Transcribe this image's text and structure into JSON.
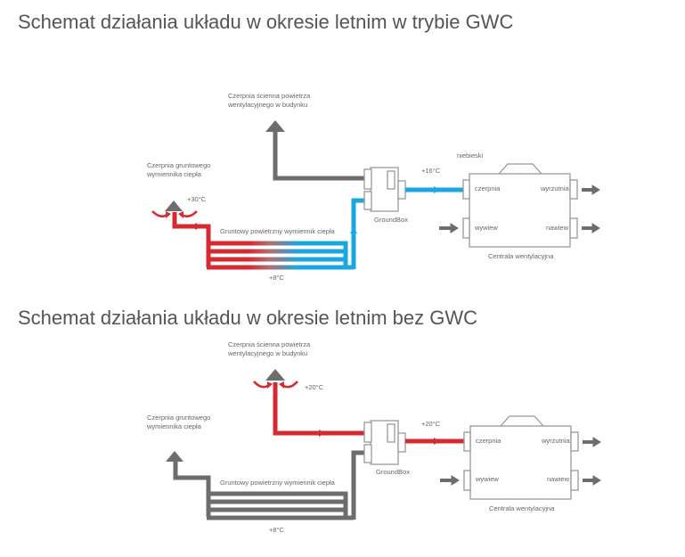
{
  "section1": {
    "title": "Schemat działania układu w okresie letnim w trybie GWC",
    "wall_intake_line1": "Czerpnia ścienna powietrza",
    "wall_intake_line2": "wentylacyjnego w budynku",
    "ground_intake_line1": "Czerpnia gruntowego",
    "ground_intake_line2": "wymiennika ciepła",
    "temp_intake": "+30°C",
    "temp_ground": "+8°C",
    "temp_supply": "+16°C",
    "color_note": "niebieski",
    "exchanger_label": "Gruntowy powietrzny wymiennik ciepła",
    "groundbox_label": "GroundBox",
    "unit_label": "Centrala wentylacyjna",
    "ports": {
      "czerpnia": "czerpnia",
      "wyrzutnia": "wyrzutnia",
      "wywiew": "wywiew",
      "nawiew": "nawiew"
    }
  },
  "section2": {
    "title": "Schemat działania układu w okresie letnim bez GWC",
    "wall_intake_line1": "Czerpnia ścienna powietrza",
    "wall_intake_line2": "wentylacyjnego w budynku",
    "ground_intake_line1": "Czerpnia gruntowego",
    "ground_intake_line2": "wymiennika ciepła",
    "temp_intake": "+20°C",
    "temp_ground": "+8°C",
    "temp_supply": "+20°C",
    "exchanger_label": "Gruntowy powietrzny wymiennik ciepła",
    "groundbox_label": "GroundBox",
    "unit_label": "Centrala wentylacyjna",
    "ports": {
      "czerpnia": "czerpnia",
      "wyrzutnia": "wyrzutnia",
      "wywiew": "wywiew",
      "nawiew": "nawiew"
    }
  },
  "colors": {
    "warm": "#d42a30",
    "cold": "#1aa7e0",
    "neutral": "#6d6d6d",
    "outline": "#999999"
  }
}
